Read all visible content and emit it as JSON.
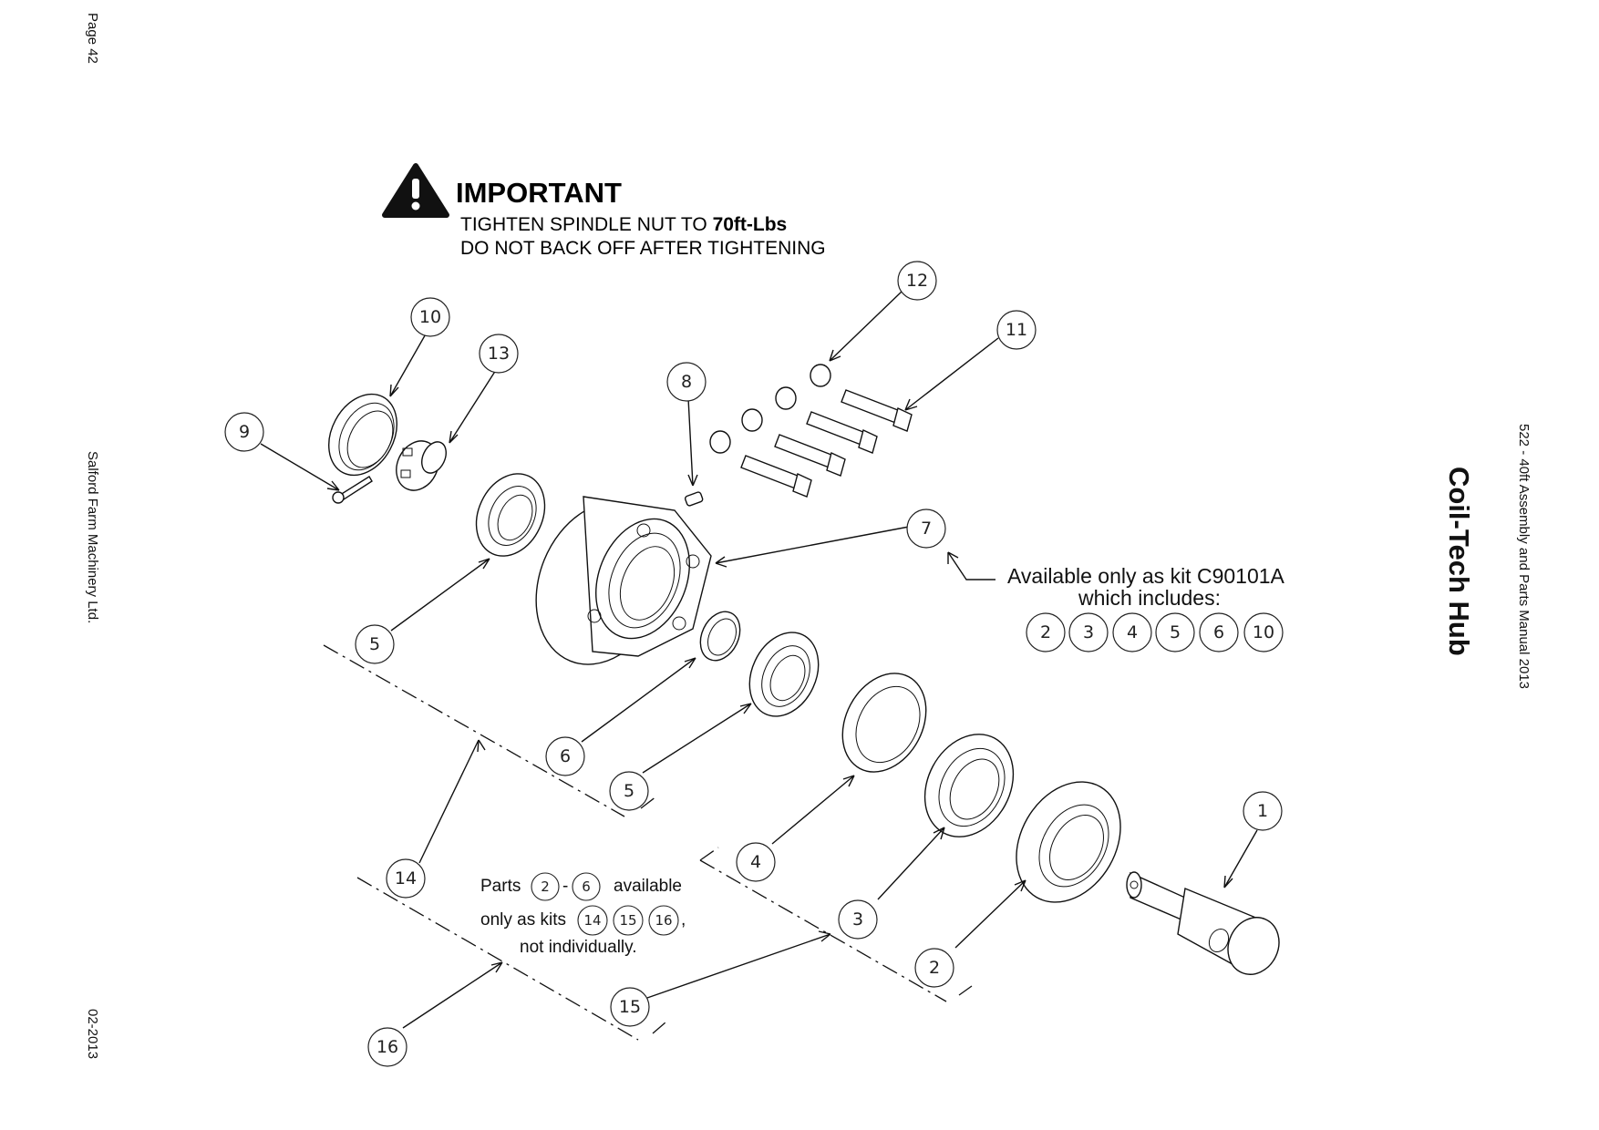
{
  "page": {
    "page_label": "Page 42",
    "company": "Salford Farm Machinery Ltd.",
    "date": "02-2013",
    "manual_title": "522 - 40ft Assembly and Parts Manual 2013",
    "section_title": "Coil-Tech Hub"
  },
  "important": {
    "icon": "warning-triangle-icon",
    "heading": "IMPORTANT",
    "line1_prefix": "TIGHTEN SPINDLE NUT TO ",
    "line1_bold": "70ft-Lbs",
    "line2": "DO NOT BACK OFF AFTER TIGHTENING"
  },
  "callouts": [
    {
      "label": "1"
    },
    {
      "label": "2"
    },
    {
      "label": "3"
    },
    {
      "label": "4"
    },
    {
      "label": "5"
    },
    {
      "label": "5"
    },
    {
      "label": "6"
    },
    {
      "label": "7"
    },
    {
      "label": "8"
    },
    {
      "label": "9"
    },
    {
      "label": "10"
    },
    {
      "label": "11"
    },
    {
      "label": "12"
    },
    {
      "label": "13"
    },
    {
      "label": "14"
    },
    {
      "label": "15"
    },
    {
      "label": "16"
    }
  ],
  "kit_note": {
    "line1": "Available only as kit C90101A",
    "line2": "which includes:",
    "includes": [
      "2",
      "3",
      "4",
      "5",
      "6",
      "10"
    ]
  },
  "parts_note": {
    "parts_word": "Parts",
    "range_from": "2",
    "range_sep": "-",
    "range_to": "6",
    "available": "available",
    "only_as_kits": "only as kits",
    "kits": [
      "14",
      "15",
      "16"
    ],
    "comma": ",",
    "not_individually": "not individually."
  }
}
